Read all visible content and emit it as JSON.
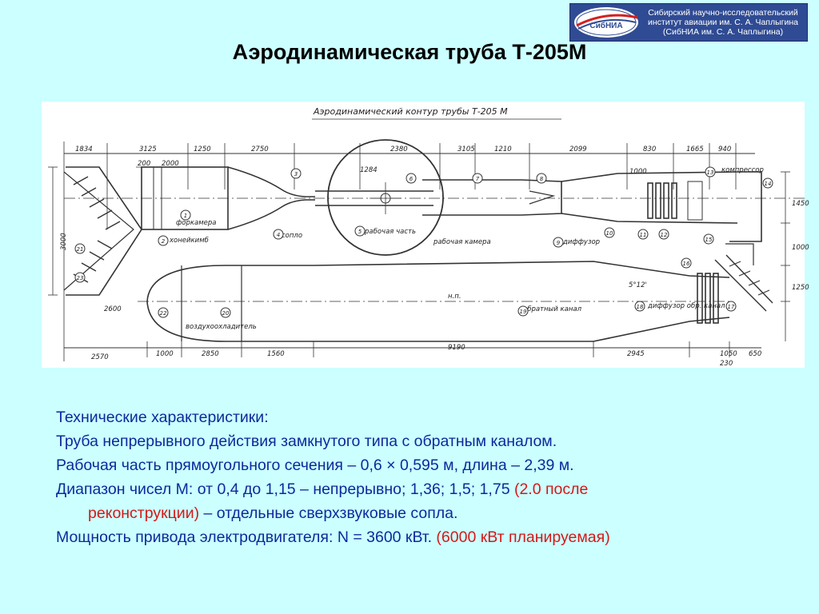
{
  "logo": {
    "emblem_text": "СибНИА",
    "line1": "Сибирский научно-исследовательский",
    "line2": "институт авиации им. С. А. Чаплыгина",
    "line3": "(СибНИА им. С. А. Чаплыгина)"
  },
  "title": "Аэродинамическая труба Т-205М",
  "drawing": {
    "caption": "Аэродинамический контур трубы Т-205 М",
    "top_dims": [
      "1834",
      "3125",
      "1250",
      "2750",
      "2380",
      "3105",
      "1210",
      "2099",
      "830",
      "1665",
      "940"
    ],
    "sub_dims": [
      "200",
      "2000",
      "1284",
      "1000"
    ],
    "bottom_dims": [
      "2570",
      "1000",
      "2850",
      "1560",
      "9190",
      "2945",
      "1050",
      "650",
      "230"
    ],
    "side_dims": [
      "3000",
      "2600",
      "1450",
      "1000",
      "1250"
    ],
    "labels": {
      "forkamera": "форкамера",
      "honeycomb": "хонейкимб",
      "nozzle": "сопло",
      "working_part": "рабочая часть",
      "working_chamber": "рабочая камера",
      "diffuser": "диффузор",
      "compressor": "компрессор",
      "return_channel": "обратный канал",
      "return_diffuser": "диффузор обр. канал",
      "air_cooler": "воздухоохладитель",
      "np": "н.п.",
      "angle": "5°12'"
    },
    "numbers": [
      "1",
      "2",
      "3",
      "4",
      "5",
      "6",
      "7",
      "8",
      "9",
      "10",
      "11",
      "12",
      "13",
      "14",
      "15",
      "16",
      "17",
      "18",
      "19",
      "20",
      "21",
      "22",
      "23"
    ]
  },
  "specs": {
    "heading": "Технические характеристики:",
    "line1": "Труба непрерывного действия замкнутого типа с обратным каналом.",
    "line2": "Рабочая часть прямоугольного сечения – 0,6 × 0,595 м, длина – 2,39 м.",
    "line3_main": "Диапазон чисел М: от 0,4 до 1,15 – непрерывно; 1,36; 1,5; 1,75 ",
    "line3_red": "(2.0 после",
    "line4_red": "реконструкции)",
    "line4_main": " – отдельные сверхзвуковые сопла.",
    "line5_main": "Мощность привода электродвигателя: N = 3600 кВт. ",
    "line5_red": "(6000 кВт планируемая)"
  },
  "colors": {
    "background": "#ccffff",
    "text_blue": "#0b2a9c",
    "text_red": "#d41818",
    "logo_bg": "#2f4b93"
  }
}
